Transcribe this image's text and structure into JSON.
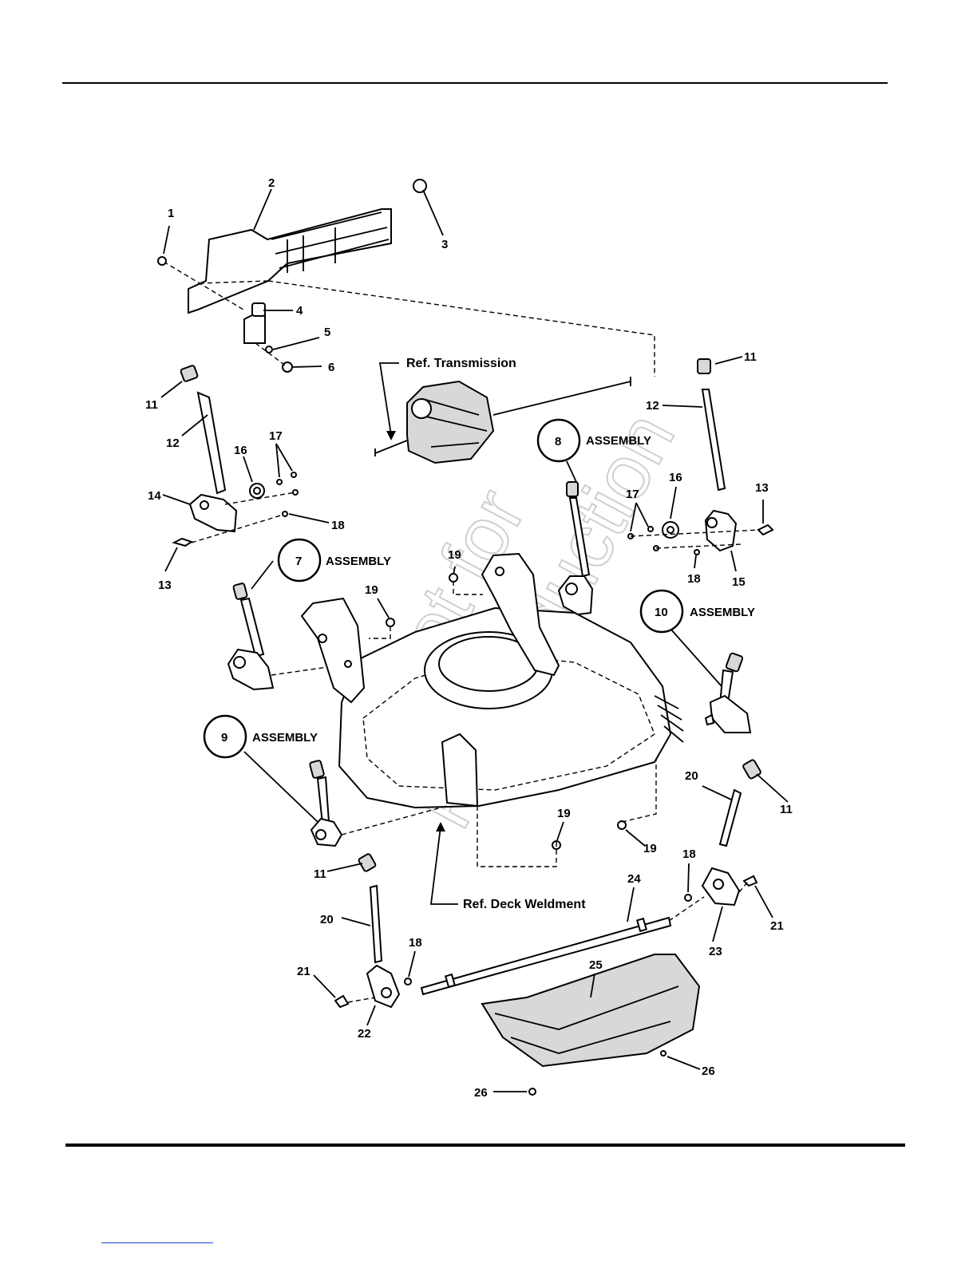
{
  "part_numbers": [
    "1",
    "2",
    "3",
    "4",
    "5",
    "6",
    "11",
    "12",
    "16",
    "17",
    "14",
    "18",
    "13",
    "11",
    "12",
    "17",
    "16",
    "13",
    "18",
    "15",
    "19",
    "19",
    "11",
    "20",
    "19",
    "19",
    "11",
    "20",
    "18",
    "21",
    "24",
    "18",
    "21",
    "22",
    "23",
    "25",
    "26",
    "26"
  ],
  "assemblies": [
    {
      "number": "7",
      "label": "ASSEMBLY"
    },
    {
      "number": "8",
      "label": "ASSEMBLY"
    },
    {
      "number": "9",
      "label": "ASSEMBLY"
    },
    {
      "number": "10",
      "label": "ASSEMBLY"
    }
  ],
  "references": {
    "transmission": "Ref. Transmission",
    "deck": "Ref. Deck Weldment"
  },
  "watermark": {
    "line1": "Not for",
    "line2": "Reproduction"
  }
}
